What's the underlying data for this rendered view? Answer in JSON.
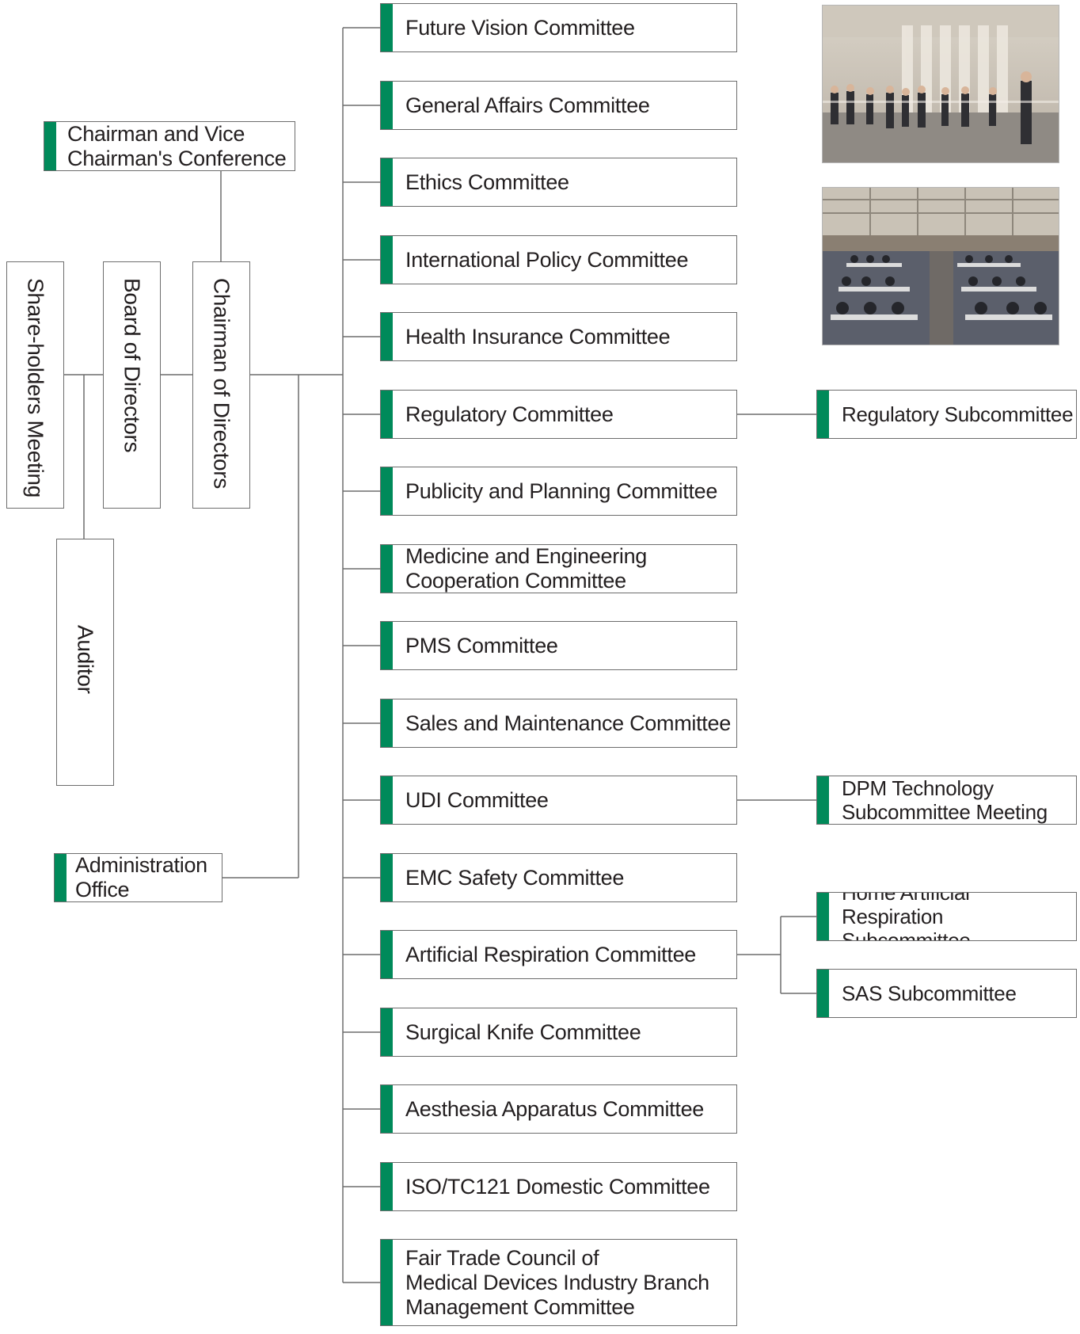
{
  "governance": {
    "shareholders": "Share-holders Meeting",
    "board": "Board of Directors",
    "chairman": "Chairman of Directors",
    "auditor": "Auditor",
    "conference": "Chairman and Vice\nChairman's Conference",
    "administration": "Administration\nOffice"
  },
  "committees": [
    "Future Vision Committee",
    "General Affairs Committee",
    "Ethics Committee",
    "International Policy Committee",
    "Health Insurance Committee",
    "Regulatory Committee",
    "Publicity and Planning Committee",
    "Medicine and Engineering\nCooperation Committee",
    "PMS Committee",
    "Sales and Maintenance Committee",
    "UDI Committee",
    "EMC Safety Committee",
    "Artificial Respiration Committee",
    "Surgical Knife Committee",
    "Aesthesia Apparatus Committee",
    "ISO/TC121 Domestic Committee",
    "Fair Trade Council of\nMedical Devices Industry Branch\nManagement Committee"
  ],
  "subcommittees": [
    "Regulatory Subcommittee",
    "DPM Technology\nSubcommittee Meeting",
    "Home Artificial Respiration\nSubcommittee",
    "SAS Subcommittee"
  ],
  "photos": [
    "meeting-reception-photo",
    "conference-hall-photo"
  ],
  "colors": {
    "accent": "#008a5a",
    "line": "#6d6d6d"
  }
}
